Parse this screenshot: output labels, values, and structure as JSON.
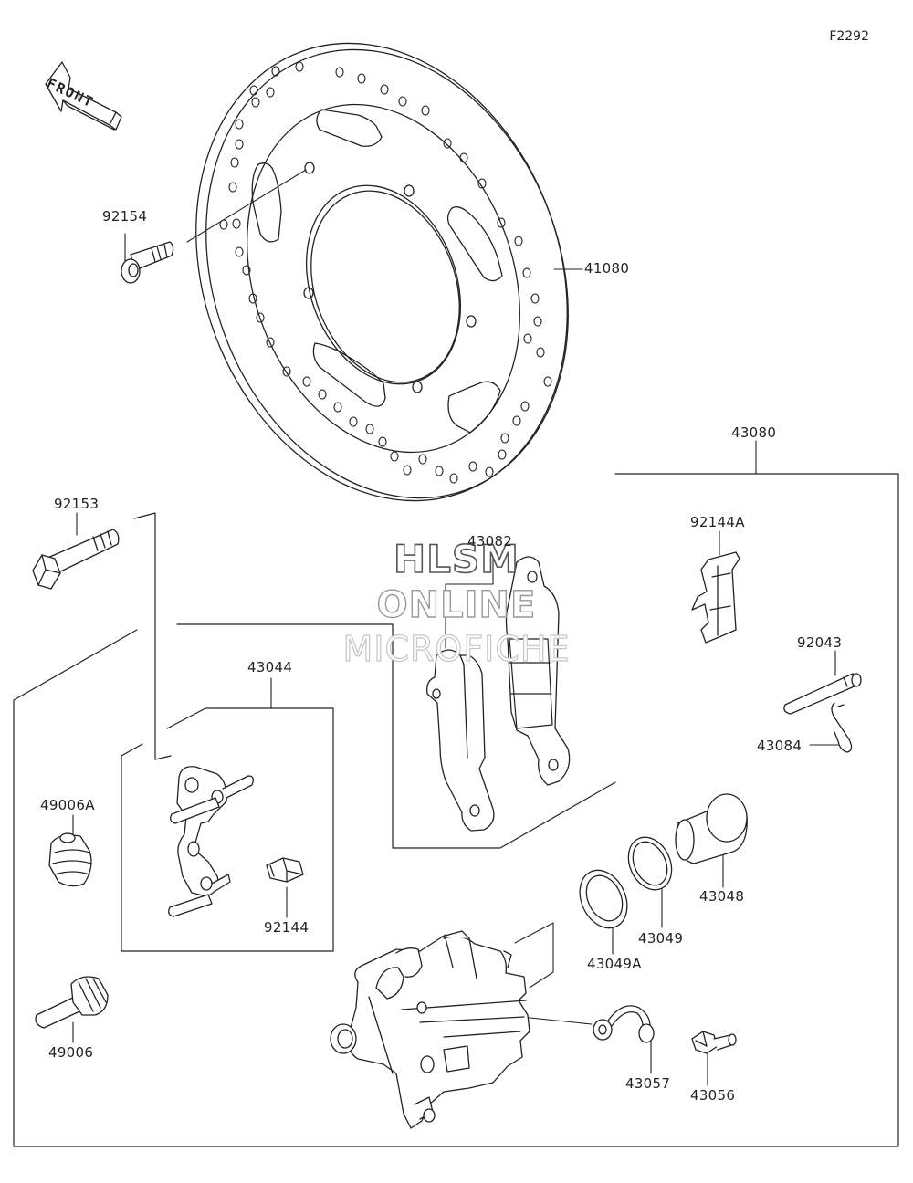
{
  "figure_code": "F2292",
  "front_label": "FRONT",
  "watermark": {
    "line1": "HLSM",
    "line2": "ONLINE",
    "line3": "MICROFICHE"
  },
  "parts": {
    "p41080": "41080",
    "p92154": "92154",
    "p43080": "43080",
    "p43082": "43082",
    "p92144A": "92144A",
    "p92153": "92153",
    "p92043": "92043",
    "p43084": "43084",
    "p43044": "43044",
    "p49006A": "49006A",
    "p92144": "92144",
    "p43048": "43048",
    "p43049": "43049",
    "p43049A": "43049A",
    "p49006": "49006",
    "p43057": "43057",
    "p43056": "43056"
  }
}
